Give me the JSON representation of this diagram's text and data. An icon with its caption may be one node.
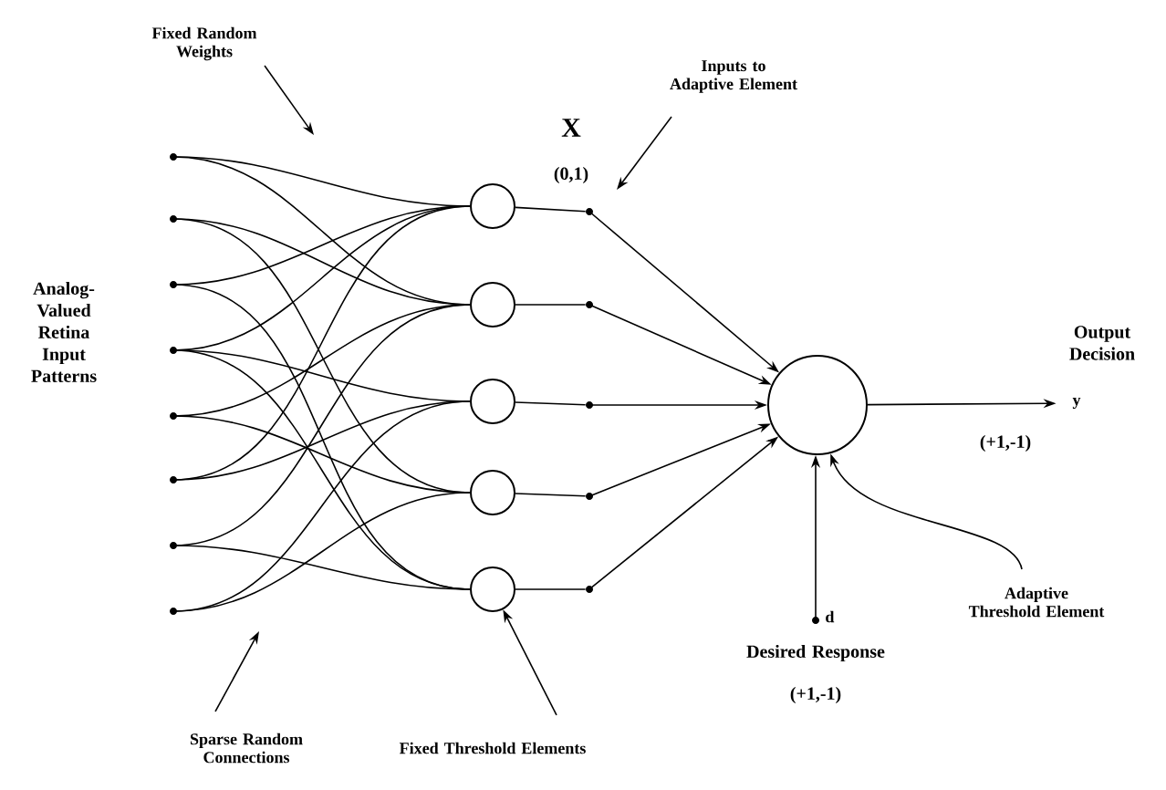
{
  "diagram": {
    "nodes": [
      {
        "text": [
          "Fixed Random Weights"
        ]
      },
      {
        "text": [
          "Inputs to Adaptive Element"
        ]
      },
      {
        "text": [],
        "shape": "dot"
      },
      {
        "text": [],
        "shape": "dot"
      },
      {
        "text": [],
        "shape": "dot"
      },
      {
        "text": [],
        "shape": "dot"
      },
      {
        "text": [],
        "shape": "dot"
      },
      {
        "text": [],
        "shape": "dot"
      },
      {
        "text": [],
        "shape": "dot"
      },
      {
        "text": [],
        "shape": "dot"
      },
      {
        "text": [],
        "shape": "circle"
      },
      {
        "text": [],
        "shape": "circle"
      },
      {
        "text": [],
        "shape": "circle"
      },
      {
        "text": [],
        "shape": "circle"
      },
      {
        "text": [],
        "shape": "circle"
      },
      {
        "text": [],
        "shape": "dot"
      },
      {
        "text": [],
        "shape": "dot"
      },
      {
        "text": [],
        "shape": "dot"
      },
      {
        "text": [],
        "shape": "dot"
      },
      {
        "text": [],
        "shape": "dot"
      },
      {
        "text": [],
        "shape": "circle"
      },
      {
        "text": [
          "y"
        ]
      },
      {
        "text": [],
        "shape": "dot",
        "beside": [
          "d"
        ]
      },
      {
        "text": [
          "Sparse Random Connections"
        ]
      },
      {
        "text": [
          "Fixed Threshold Elements"
        ]
      },
      {
        "text": [
          "Adaptive Threshold Element"
        ]
      }
    ],
    "edges": [
      {
        "from": 2,
        "to": 10,
        "arrow": "none"
      },
      {
        "from": 2,
        "to": 11,
        "arrow": "none"
      },
      {
        "from": 3,
        "to": 11,
        "arrow": "none"
      },
      {
        "from": 3,
        "to": 13,
        "arrow": "none"
      },
      {
        "from": 4,
        "to": 10,
        "arrow": "none"
      },
      {
        "from": 4,
        "to": 14,
        "arrow": "none"
      },
      {
        "from": 5,
        "to": 10,
        "arrow": "none"
      },
      {
        "from": 5,
        "to": 12,
        "arrow": "none"
      },
      {
        "from": 5,
        "to": 14,
        "arrow": "none"
      },
      {
        "from": 6,
        "to": 11,
        "arrow": "none"
      },
      {
        "from": 6,
        "to": 13,
        "arrow": "none"
      },
      {
        "from": 7,
        "to": 10,
        "arrow": "none"
      },
      {
        "from": 7,
        "to": 12,
        "arrow": "none"
      },
      {
        "from": 8,
        "to": 11,
        "arrow": "none"
      },
      {
        "from": 8,
        "to": 14,
        "arrow": "none"
      },
      {
        "from": 9,
        "to": 12,
        "arrow": "none"
      },
      {
        "from": 9,
        "to": 13,
        "arrow": "none"
      },
      {
        "from": 10,
        "to": 15,
        "arrow": "none"
      },
      {
        "from": 11,
        "to": 16,
        "arrow": "none"
      },
      {
        "from": 12,
        "to": 17,
        "arrow": "none"
      },
      {
        "from": 13,
        "to": 18,
        "arrow": "none"
      },
      {
        "from": 14,
        "to": 19,
        "arrow": "none"
      },
      {
        "from": 15,
        "to": 20,
        "arrow": "to"
      },
      {
        "from": 16,
        "to": 20,
        "arrow": "to"
      },
      {
        "from": 17,
        "to": 20,
        "arrow": "to"
      },
      {
        "from": 18,
        "to": 20,
        "arrow": "to"
      },
      {
        "from": 19,
        "to": 20,
        "arrow": "to"
      },
      {
        "from": 20,
        "to": 21,
        "arrow": "to"
      },
      {
        "from": 22,
        "to": 20,
        "arrow": "to"
      },
      {
        "from": 0,
        "to": null,
        "arrow": "to"
      },
      {
        "from": 1,
        "to": null,
        "arrow": "to"
      },
      {
        "from": 23,
        "to": null,
        "arrow": "to"
      },
      {
        "from": 24,
        "to": 14,
        "arrow": "to"
      },
      {
        "from": 25,
        "to": 20,
        "arrow": "to"
      }
    ],
    "labels": [
      "X",
      "(0,1)",
      "Analog-Valued Retina Input Patterns",
      "Output Decision",
      "(+1,-1)",
      "Desired Response",
      "(+1,-1)"
    ]
  }
}
